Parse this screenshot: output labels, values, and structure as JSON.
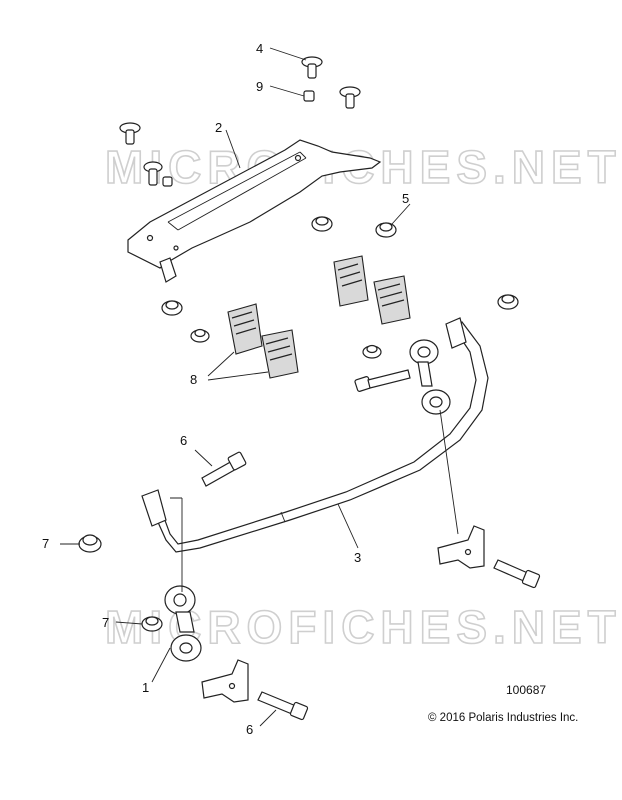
{
  "watermark": "MICROFICHES.NET",
  "callouts": {
    "c1": "1",
    "c2": "2",
    "c3": "3",
    "c4": "4",
    "c5": "5",
    "c6a": "6",
    "c6b": "6",
    "c7a": "7",
    "c7b": "7",
    "c8": "8",
    "c9": "9"
  },
  "drawing_number": "100687",
  "copyright": "© 2016 Polaris Industries Inc."
}
